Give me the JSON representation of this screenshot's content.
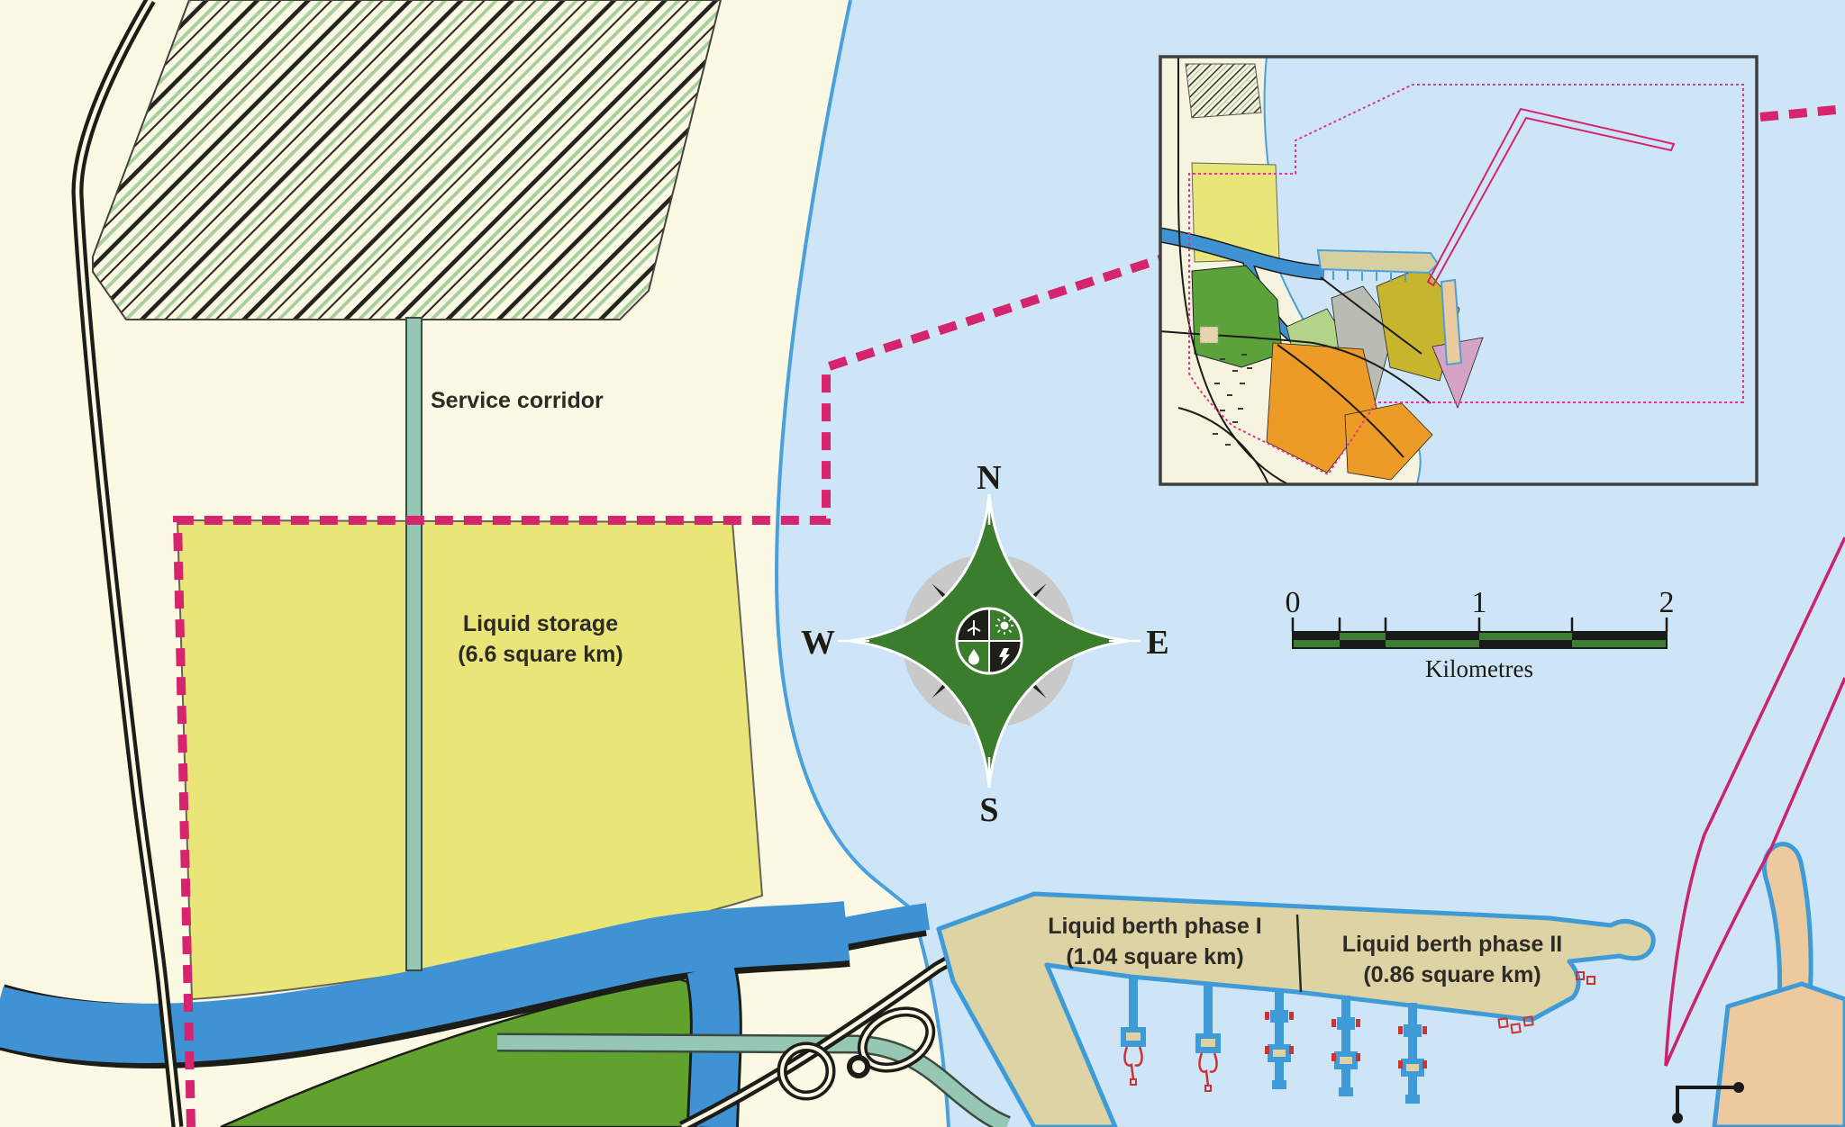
{
  "labels": {
    "service_corridor": "Service corridor",
    "liquid_storage_line1": "Liquid storage",
    "liquid_storage_line2": "(6.6 square km)",
    "berth_phase1_line1": "Liquid berth phase I",
    "berth_phase1_line2": "(1.04 square km)",
    "berth_phase2_line1": "Liquid berth phase II",
    "berth_phase2_line2": "(0.86 square km)"
  },
  "compass": {
    "north": "N",
    "south": "S",
    "east": "E",
    "west": "W"
  },
  "scale_bar": {
    "tick_0": "0",
    "tick_1": "1",
    "tick_2": "2",
    "unit": "Kilometres"
  },
  "colors": {
    "land_cream": "#fbf8e4",
    "sea_light_blue": "#cde5f7",
    "river_blue": "#3f93d4",
    "coast_blue": "#4aa0dc",
    "storage_yellow": "#e9e578",
    "field_green": "#61a22f",
    "corridor_teal": "#96c7b2",
    "pier_tan": "#ddd3a4",
    "peach_tan": "#ecca9e",
    "boundary_magenta": "#d6246e",
    "hatch_green": "#a5cfa0",
    "compass_green": "#3a7d2c",
    "scale_green": "#3f7d35",
    "inset_orange": "#ec9b27",
    "inset_mauve": "#d5a3c6",
    "inset_olive": "#c7b52e",
    "inset_gray": "#b9bcb2",
    "inset_light_green": "#b2d489"
  }
}
